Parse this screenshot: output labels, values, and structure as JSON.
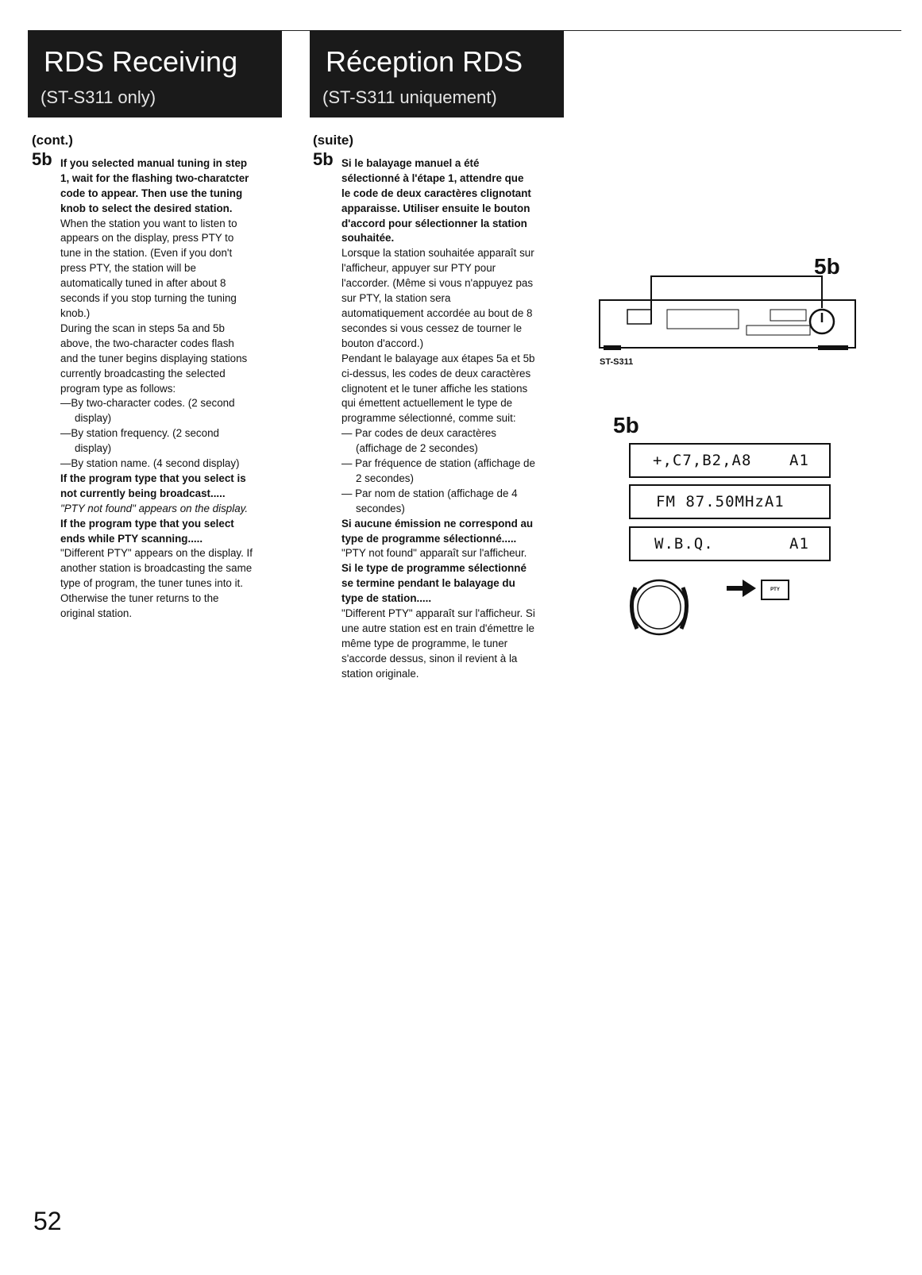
{
  "header_en": {
    "title": "RDS Receiving",
    "subtitle": "(ST-S311 only)"
  },
  "header_fr": {
    "title": "Réception RDS",
    "subtitle": "(ST-S311 uniquement)"
  },
  "en": {
    "cont": "(cont.)",
    "step_num": "5b",
    "step_bold": "If you selected manual tuning in step 1, wait for the flashing two-charatcter code to appear. Then use the tuning knob to select the desired station.",
    "p1": "When the station you want to listen to appears on the display, press PTY to tune in the station. (Even if you don't press PTY, the station will be automatically tuned in after about 8 seconds if you stop turning the tuning knob.)",
    "p2": "During the scan in steps 5a and 5b above, the two-character codes flash and the tuner begins displaying stations currently broadcasting the selected program type as follows:",
    "d1": "—By two-character codes. (2 second display)",
    "d2": "—By station frequency. (2 second display)",
    "d3": "—By station name. (4 second display)",
    "h1": "If the program type that you select is not currently being broadcast.....",
    "h1_italic": "\"PTY not found\"",
    "h1_tail": " appears on the display.",
    "h2": "If the program type that you select ends while PTY scanning.....",
    "h2_body": "\"Different PTY\" appears on the display. If another station is broadcasting the same type of program, the tuner tunes into it. Otherwise the tuner returns to the original station."
  },
  "fr": {
    "cont": "(suite)",
    "step_num": "5b",
    "step_bold": "Si le balayage manuel a été sélectionné à l'étape 1, attendre que le code de deux caractères clignotant apparaisse. Utiliser ensuite le bouton d'accord pour sélectionner la station souhaitée.",
    "p1": "Lorsque la station souhaitée apparaît sur l'afficheur, appuyer sur PTY pour l'accorder. (Même si vous n'appuyez pas sur PTY, la station sera automatiquement accordée au bout de 8 secondes si vous cessez de tourner le bouton d'accord.)",
    "p2": "Pendant le balayage aux étapes 5a et 5b ci-dessus, les codes de deux caractères clignotent et le tuner affiche les stations qui émettent actuellement le type de programme sélectionné, comme suit:",
    "d1": "— Par codes de deux caractères (affichage de 2 secondes)",
    "d2": "— Par fréquence de station (affichage de 2 secondes)",
    "d3": "— Par nom de station (affichage de 4 secondes)",
    "h1": "Si aucune émission ne correspond au type de programme sélectionné.....",
    "h1_body": "\"PTY not found\" apparaît sur l'afficheur.",
    "h2": "Si le type de programme sélectionné se termine pendant le balayage du type de station.....",
    "h2_body": "\"Different PTY\" apparaît sur l'afficheur. Si une autre station est en train d'émettre le même type de programme, le tuner s'accorde dessus, sinon il revient à la station originale."
  },
  "figure": {
    "label_top": "5b",
    "model_label": "ST-S311",
    "label_displays": "5b",
    "display1_left": "+,C7,B2,A8",
    "display1_right": "A1",
    "display2": "FM 87.50MHzA1",
    "display3_left": "W.B.Q.",
    "display3_right": "A1",
    "pty_button": "PTY"
  },
  "page_number": "52"
}
